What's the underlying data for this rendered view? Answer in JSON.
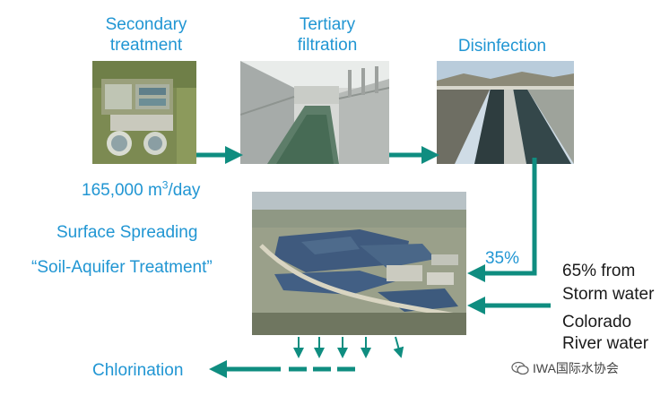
{
  "stages": {
    "secondary": {
      "line1": "Secondary",
      "line2": "treatment"
    },
    "tertiary": {
      "line1": "Tertiary",
      "line2": "filtration"
    },
    "disinfection": {
      "line1": "Disinfection"
    }
  },
  "flow": {
    "value": "165,000 m",
    "sup": "3",
    "unit": "/day"
  },
  "spreading": {
    "line1": "Surface Spreading",
    "line2": "“Soil-Aquifer Treatment”"
  },
  "inputs": {
    "recycled_pct": "35%",
    "storm": {
      "line1": "65% from",
      "line2": "Storm water"
    },
    "colorado": {
      "line1": "Colorado",
      "line2": "River water"
    }
  },
  "output": {
    "label": "Chlorination"
  },
  "watermark": {
    "text": "IWA国际水协会",
    "icon": "wechat-icon"
  },
  "colors": {
    "label_blue": "#2196d3",
    "arrow_teal": "#0f8d80"
  }
}
